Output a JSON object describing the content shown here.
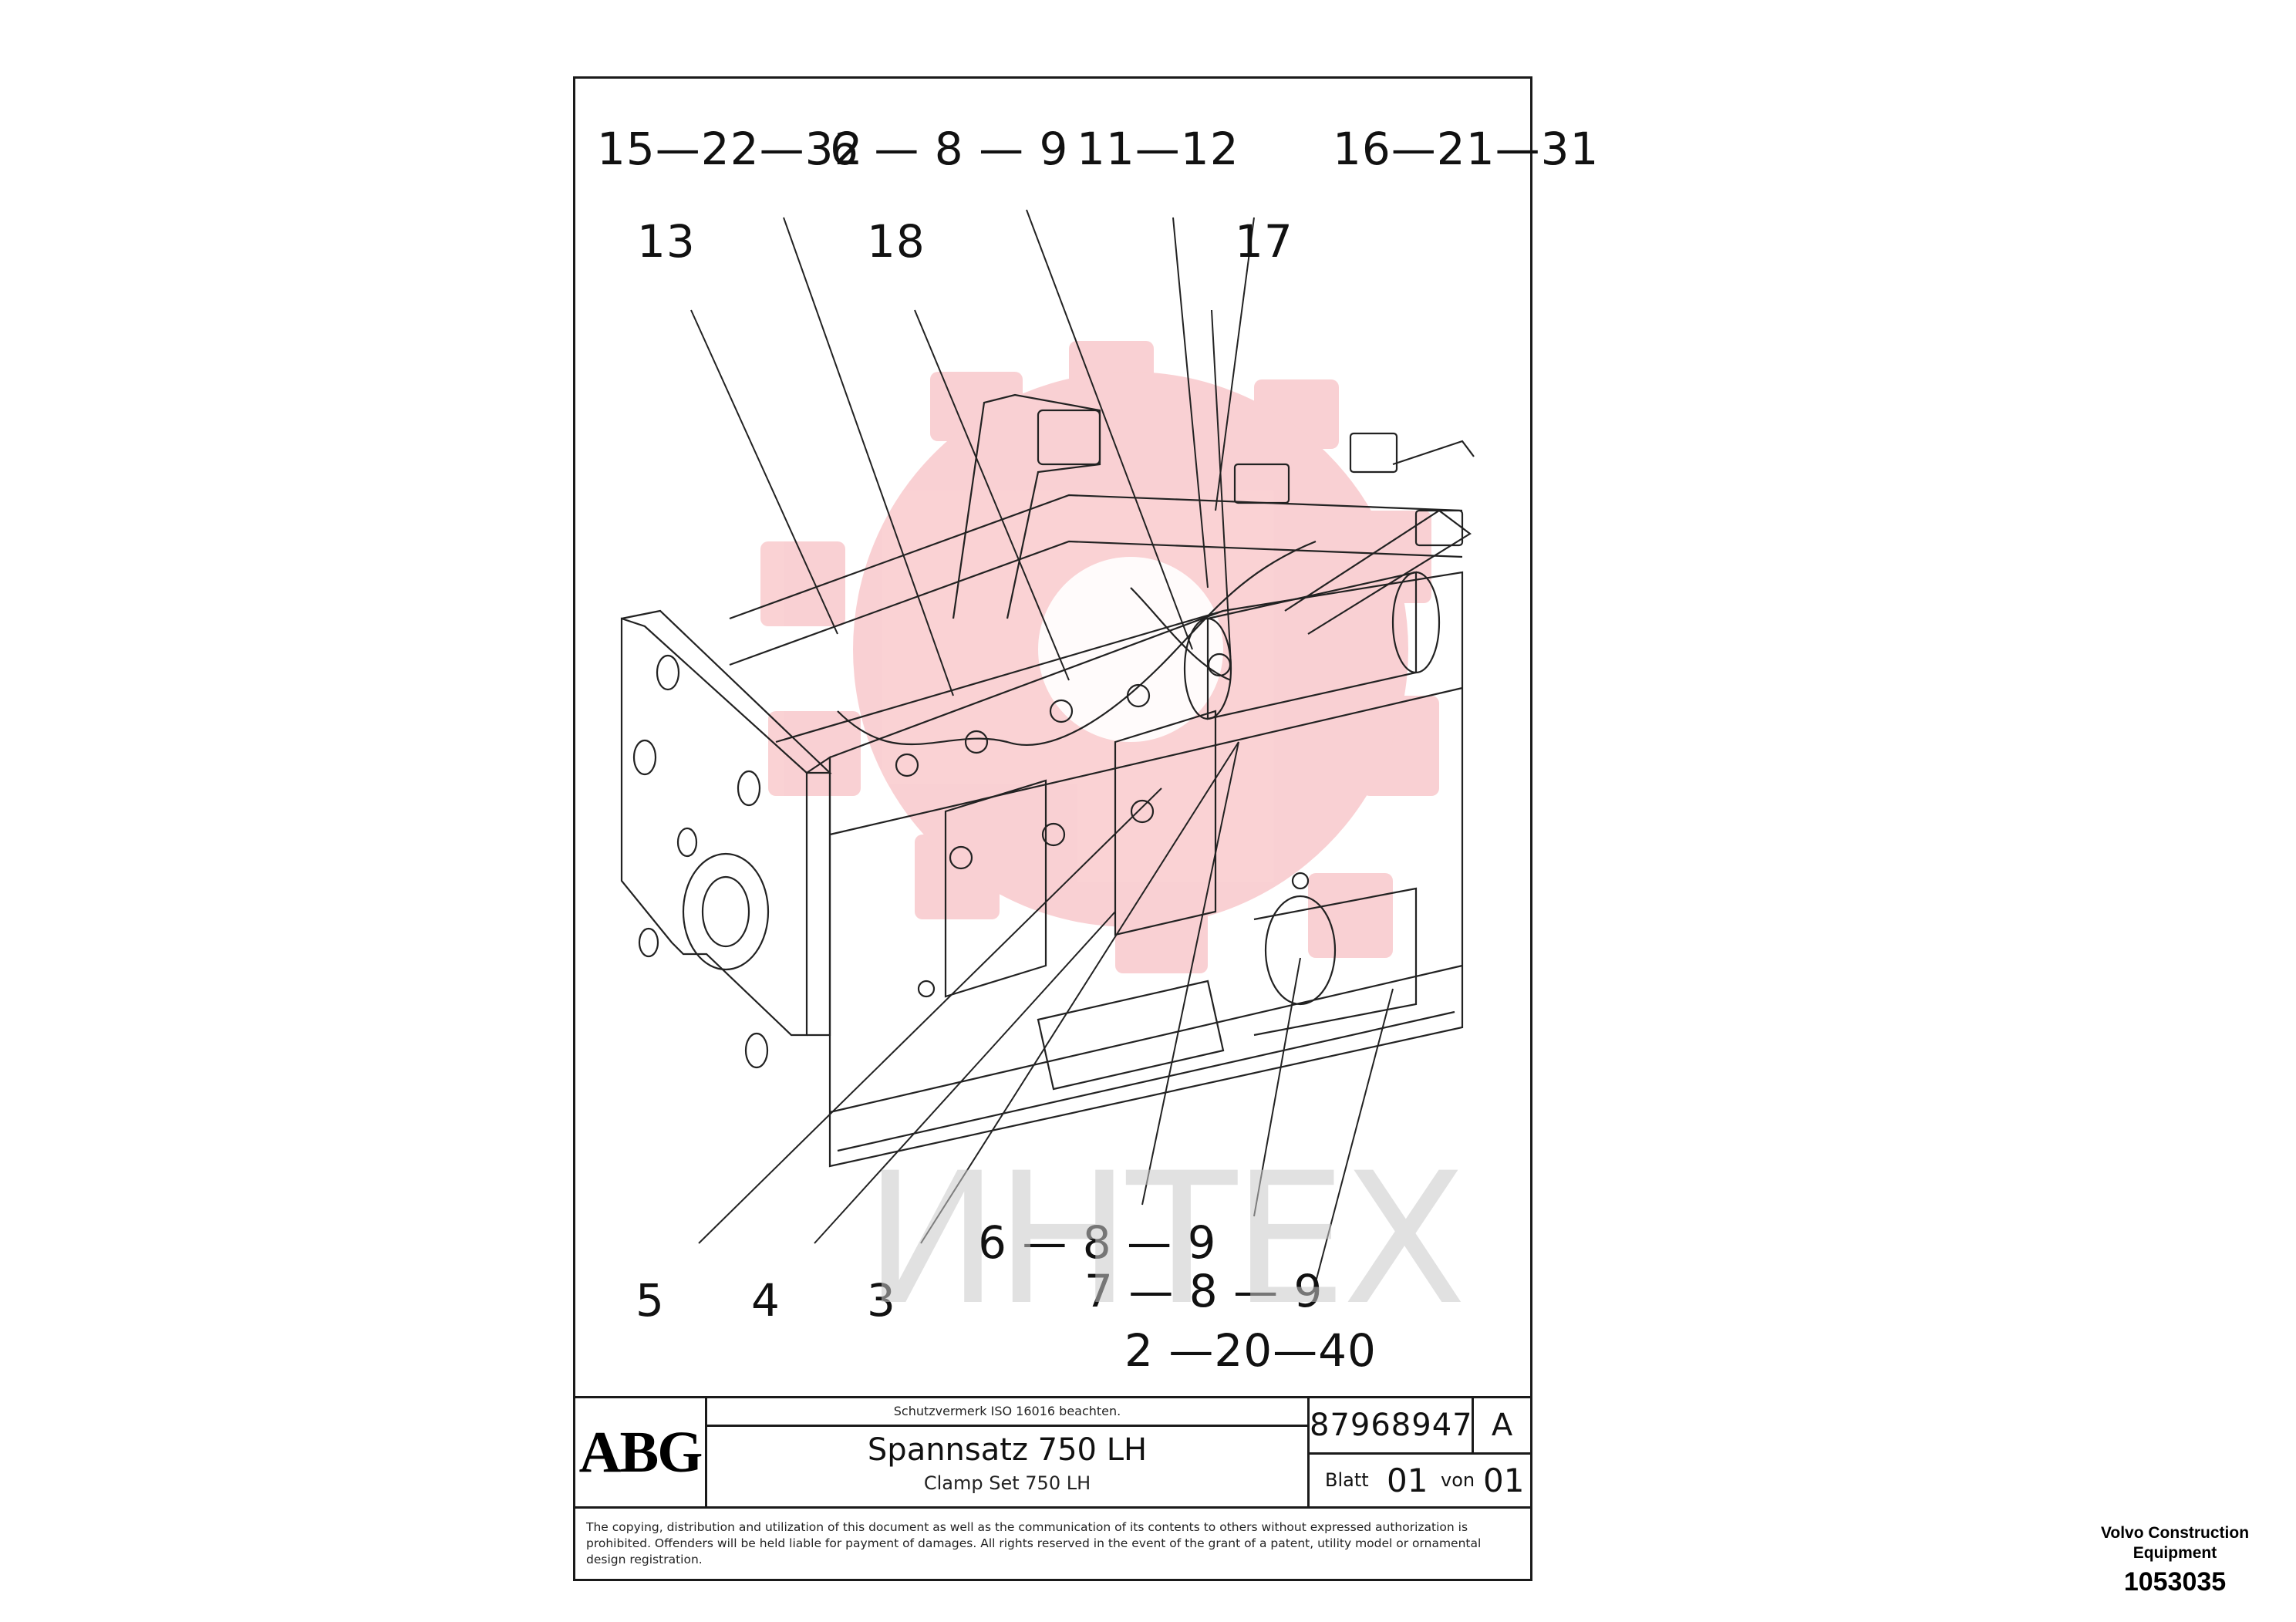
{
  "drawing": {
    "callouts_top": [
      "15—22—32",
      "6 — 8 — 9",
      "11—12",
      "16—21—31",
      "13",
      "18",
      "17"
    ],
    "callouts_bottom": [
      "5",
      "4",
      "3",
      "6 — 8 — 9",
      "7 — 8 — 9",
      "2 —20—40"
    ],
    "watermark_text": "ИНТЕХ"
  },
  "title_block": {
    "logo": "ABG",
    "protection_note": "Schutzvermerk ISO 16016 beachten.",
    "title_de": "Spannsatz 750 LH",
    "title_en": "Clamp Set 750 LH",
    "drawing_number": "87968947",
    "revision": "A",
    "sheet_label": "Blatt",
    "sheet_number": "01",
    "of_label": "von",
    "sheet_total": "01",
    "copyright": "The copying, distribution and utilization of this document as well as the communication of its contents to others without expressed authorization is prohibited. Offenders will be held liable for payment of damages. All rights reserved in the event of the grant of a patent, utility model or ornamental design registration."
  },
  "footer": {
    "company": "Volvo Construction Equipment",
    "doc_id": "1053035"
  },
  "colors": {
    "watermark_red": "#e8303a",
    "line": "#1a1a1a",
    "watermark_gray": "#c9c9c9"
  }
}
